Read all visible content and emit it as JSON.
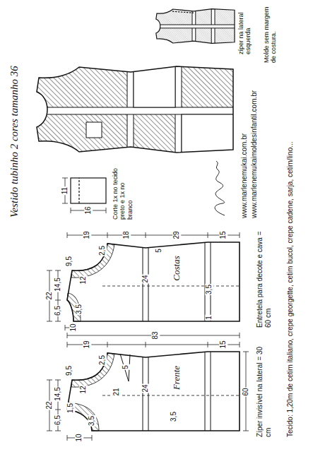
{
  "diagram": {
    "title": "Vestido tubinho 2 cores tamanho 36",
    "nodes": [
      {
        "text": [
          "Frente"
        ]
      },
      {
        "text": [
          "Costas"
        ]
      }
    ],
    "labels": [
      "22",
      "6,5",
      "14,5",
      "10",
      "1,5",
      "3,5",
      "2,5",
      "12",
      "9,5",
      "19",
      "5",
      "24",
      "21",
      "3,5",
      "15",
      "60",
      "22",
      "6,5",
      "14,5",
      "10",
      "3,5",
      "2,5",
      "12",
      "9,5",
      "19",
      "18",
      "29",
      "15",
      "24",
      "5",
      "3,5",
      "1",
      "83",
      "11",
      "16",
      "Corte 1x no tecido preto e 1x no branco",
      "zíper na lateral esquerda",
      "Molde sem margem de costura.",
      "www.marlenemukai.com.br",
      "www.marlenemukaimoldesinfantil.com.br",
      "Zíper invisível na lateral = 30 cm",
      "Entretela para decote e cava = 60 cm",
      "Tecido: 1,20m de cetim italiano, crepe georgette, cetim bucol, crepe cadene, sarja, cetim/lino..."
    ]
  }
}
